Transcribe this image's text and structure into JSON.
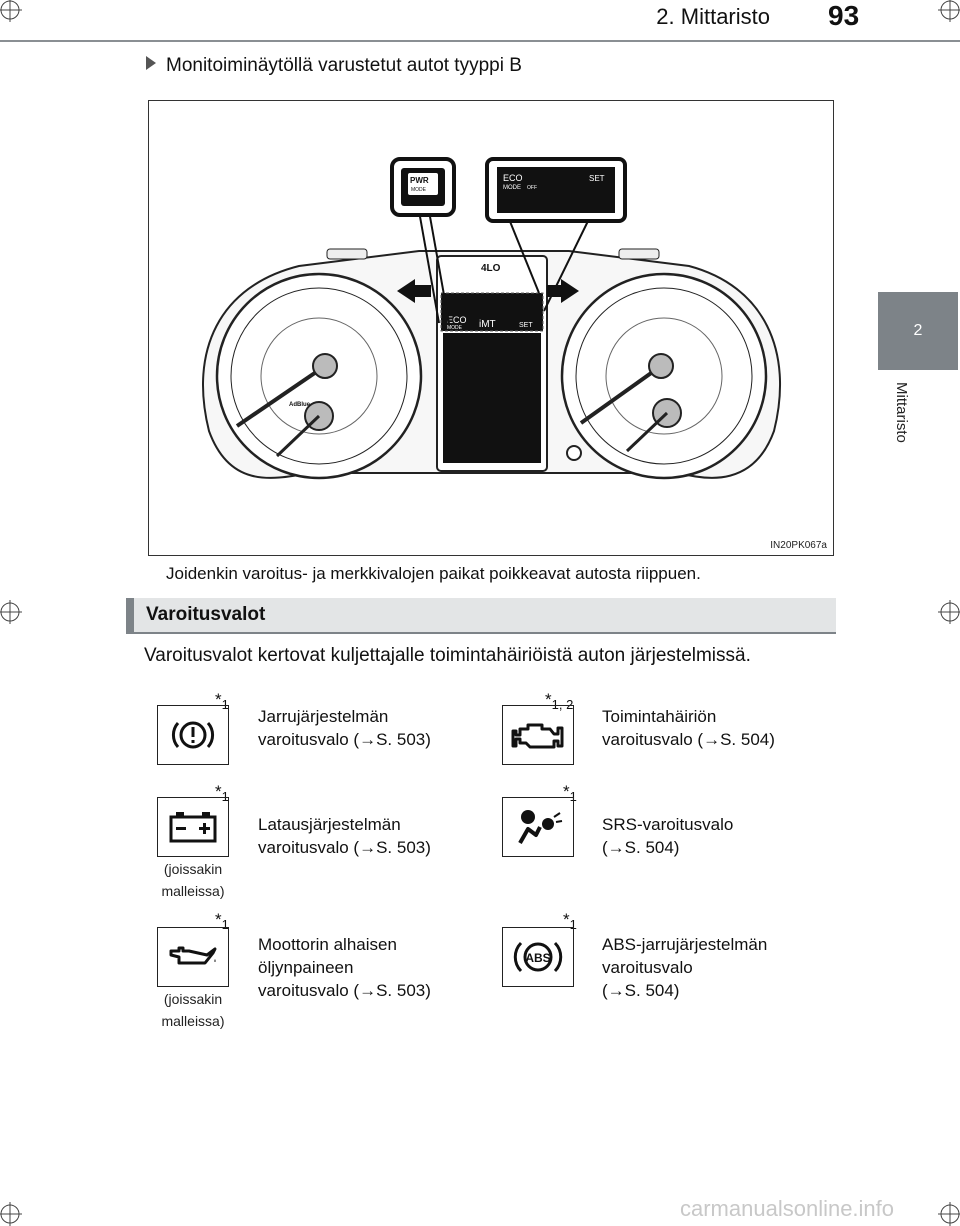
{
  "header": {
    "chapter": "2. Mittaristo",
    "page_number": "93"
  },
  "side_tab": {
    "number": "2",
    "label": "Mittaristo"
  },
  "subheading": "Monitoiminäytöllä varustetut autot tyyppi B",
  "figure": {
    "image_id": "IN20PK067a",
    "pwr_label": "PWR",
    "pwr_sub": "MODE",
    "callout_eco": "ECO",
    "callout_mode": "MODE",
    "callout_off": "OFF",
    "callout_set": "SET",
    "center_4lo": "4LO",
    "center_eco": "ECO",
    "center_mode": "MODE",
    "center_imt": "iMT",
    "center_set": "SET",
    "adblue": "AdBlue"
  },
  "caption": "Joidenkin varoitus- ja merkkivalojen paikat poikkeavat autosta riippuen.",
  "section_title": "Varoitusvalot",
  "intro": "Varoitusvalot kertovat kuljettajalle toimintahäiriöistä auton järjestelmissä.",
  "warnings": [
    {
      "note": "*",
      "note_sub": "1",
      "icon": "brake-warning-icon",
      "line1": "Jarrujärjestelmän",
      "line2": "varoitusvalo (→S. 503)",
      "line3": ""
    },
    {
      "note": "*",
      "note_sub": "1, 2",
      "icon": "check-engine-icon",
      "line1": "Toimintahäiriön",
      "line2": "varoitusvalo (→S. 504)",
      "line3": ""
    },
    {
      "note": "*",
      "note_sub": "1",
      "icon": "battery-icon",
      "line1": "Latausjärjestelmän",
      "line2": "varoitusvalo (→S. 503)",
      "line3": "",
      "sub_label": "(joissakin malleissa)"
    },
    {
      "note": "*",
      "note_sub": "1",
      "icon": "srs-airbag-icon",
      "line1": "SRS-varoitusvalo",
      "line2": "(→S. 504)",
      "line3": ""
    },
    {
      "note": "*",
      "note_sub": "1",
      "icon": "oil-pressure-icon",
      "line1": "Moottorin alhaisen",
      "line2": "öljynpaineen",
      "line3": "varoitusvalo (→S. 503)",
      "sub_label": "(joissakin malleissa)"
    },
    {
      "note": "*",
      "note_sub": "1",
      "icon": "abs-icon",
      "line1": "ABS-jarrujärjestelmän",
      "line2": "varoitusvalo",
      "line3": "(→S. 504)",
      "abs_text": "ABS"
    }
  ],
  "watermark": "carmanualsonline.info"
}
